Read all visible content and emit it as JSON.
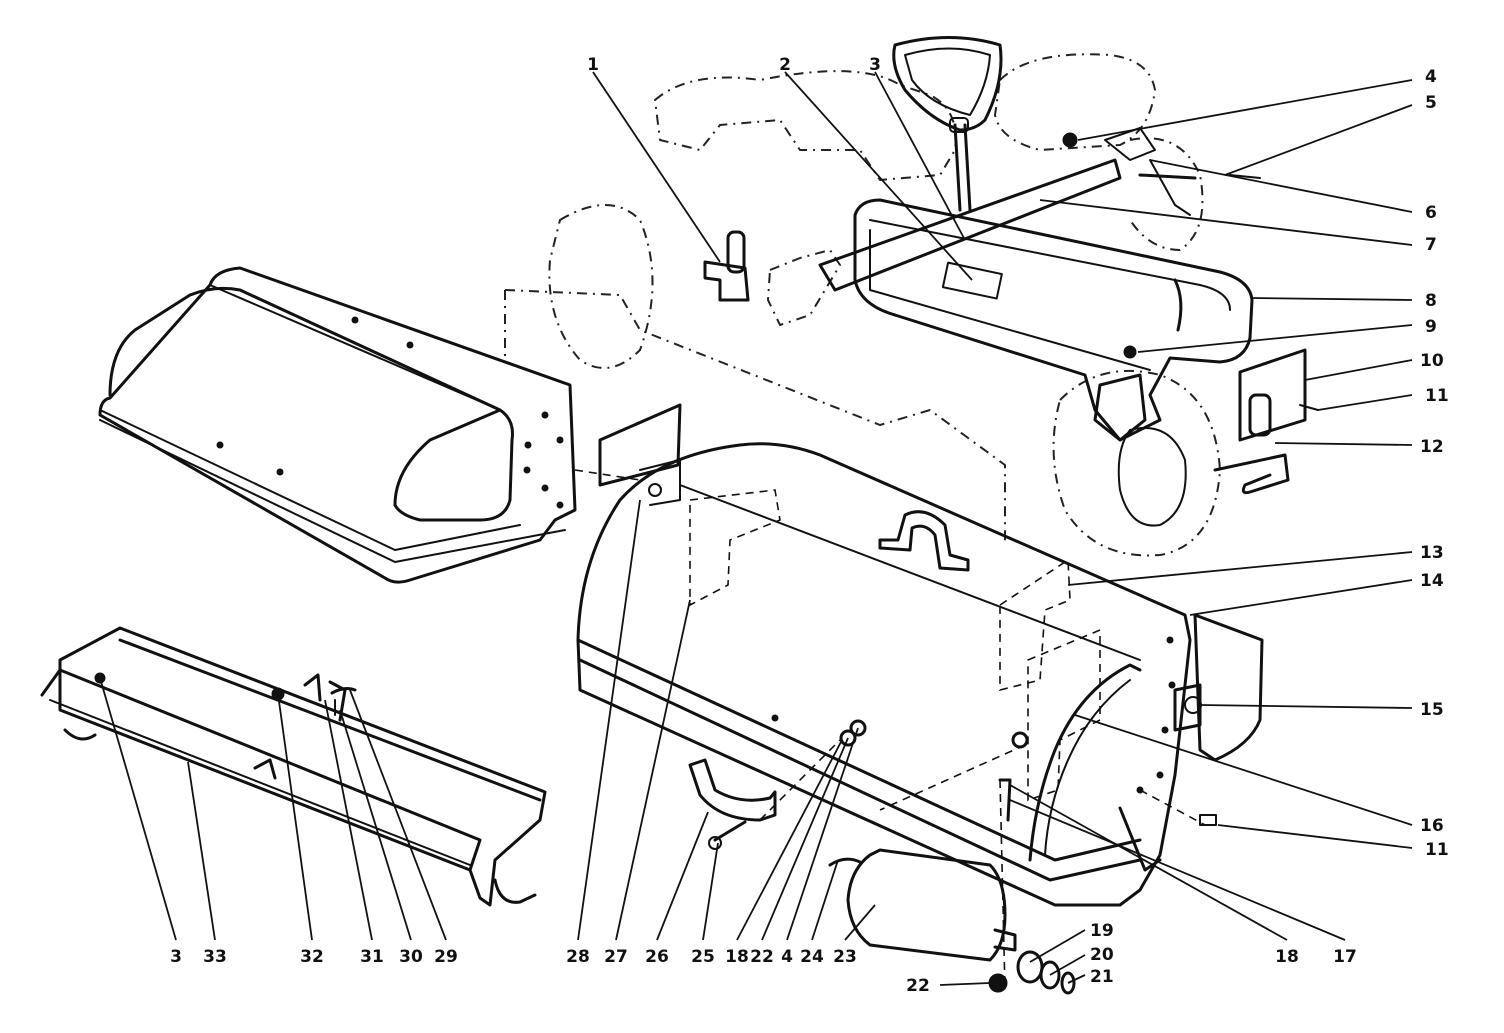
{
  "diagram": {
    "callouts": [
      {
        "id": "c1",
        "label": "1"
      },
      {
        "id": "c2",
        "label": "2"
      },
      {
        "id": "c3top",
        "label": "3"
      },
      {
        "id": "c4top",
        "label": "4"
      },
      {
        "id": "c5",
        "label": "5"
      },
      {
        "id": "c6",
        "label": "6"
      },
      {
        "id": "c7",
        "label": "7"
      },
      {
        "id": "c8",
        "label": "8"
      },
      {
        "id": "c9",
        "label": "9"
      },
      {
        "id": "c10",
        "label": "10"
      },
      {
        "id": "c11a",
        "label": "11"
      },
      {
        "id": "c12",
        "label": "12"
      },
      {
        "id": "c13",
        "label": "13"
      },
      {
        "id": "c14",
        "label": "14"
      },
      {
        "id": "c15",
        "label": "15"
      },
      {
        "id": "c16",
        "label": "16"
      },
      {
        "id": "c11b",
        "label": "11"
      },
      {
        "id": "c18r",
        "label": "18"
      },
      {
        "id": "c17",
        "label": "17"
      },
      {
        "id": "c19",
        "label": "19"
      },
      {
        "id": "c20",
        "label": "20"
      },
      {
        "id": "c21",
        "label": "21"
      },
      {
        "id": "c22b",
        "label": "22"
      },
      {
        "id": "c3b",
        "label": "3"
      },
      {
        "id": "c33",
        "label": "33"
      },
      {
        "id": "c32",
        "label": "32"
      },
      {
        "id": "c31",
        "label": "31"
      },
      {
        "id": "c30",
        "label": "30"
      },
      {
        "id": "c29",
        "label": "29"
      },
      {
        "id": "c28",
        "label": "28"
      },
      {
        "id": "c27",
        "label": "27"
      },
      {
        "id": "c26",
        "label": "26"
      },
      {
        "id": "c25",
        "label": "25"
      },
      {
        "id": "c18l",
        "label": "18"
      },
      {
        "id": "c22l",
        "label": "22"
      },
      {
        "id": "c4b",
        "label": "4"
      },
      {
        "id": "c24",
        "label": "24"
      },
      {
        "id": "c23",
        "label": "23"
      }
    ]
  }
}
